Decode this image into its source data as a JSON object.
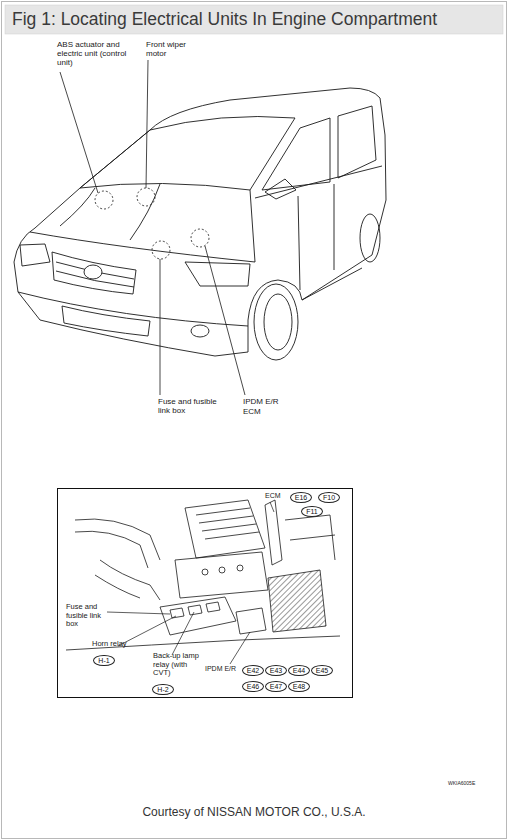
{
  "diagram": {
    "title": "Fig 1: Locating Electrical Units In Engine Compartment",
    "caption": "Courtesy of NISSAN MOTOR CO., U.S.A.",
    "nodes": [
      {
        "text": [
          "E16"
        ]
      },
      {
        "text": [
          "F10"
        ]
      },
      {
        "text": [
          "F11"
        ]
      },
      {
        "text": [
          "H-1"
        ]
      },
      {
        "text": [
          "H-2"
        ]
      },
      {
        "text": [
          "E42"
        ]
      },
      {
        "text": [
          "E43"
        ]
      },
      {
        "text": [
          "E44"
        ]
      },
      {
        "text": [
          "E45"
        ]
      },
      {
        "text": [
          "E46"
        ]
      },
      {
        "text": [
          "E47"
        ]
      },
      {
        "text": [
          "E48"
        ]
      }
    ],
    "labels": [
      "ABS actuator and electric unit (control unit)",
      "Front wiper motor",
      "Fuse and fusible link box",
      "IPDM E/R",
      "ECM",
      "ECM",
      "Fuse and fusible link box",
      "Horn relay",
      "Back-up lamp relay (with CVT)",
      "IPDM E/R",
      "WKIA6005E"
    ]
  }
}
